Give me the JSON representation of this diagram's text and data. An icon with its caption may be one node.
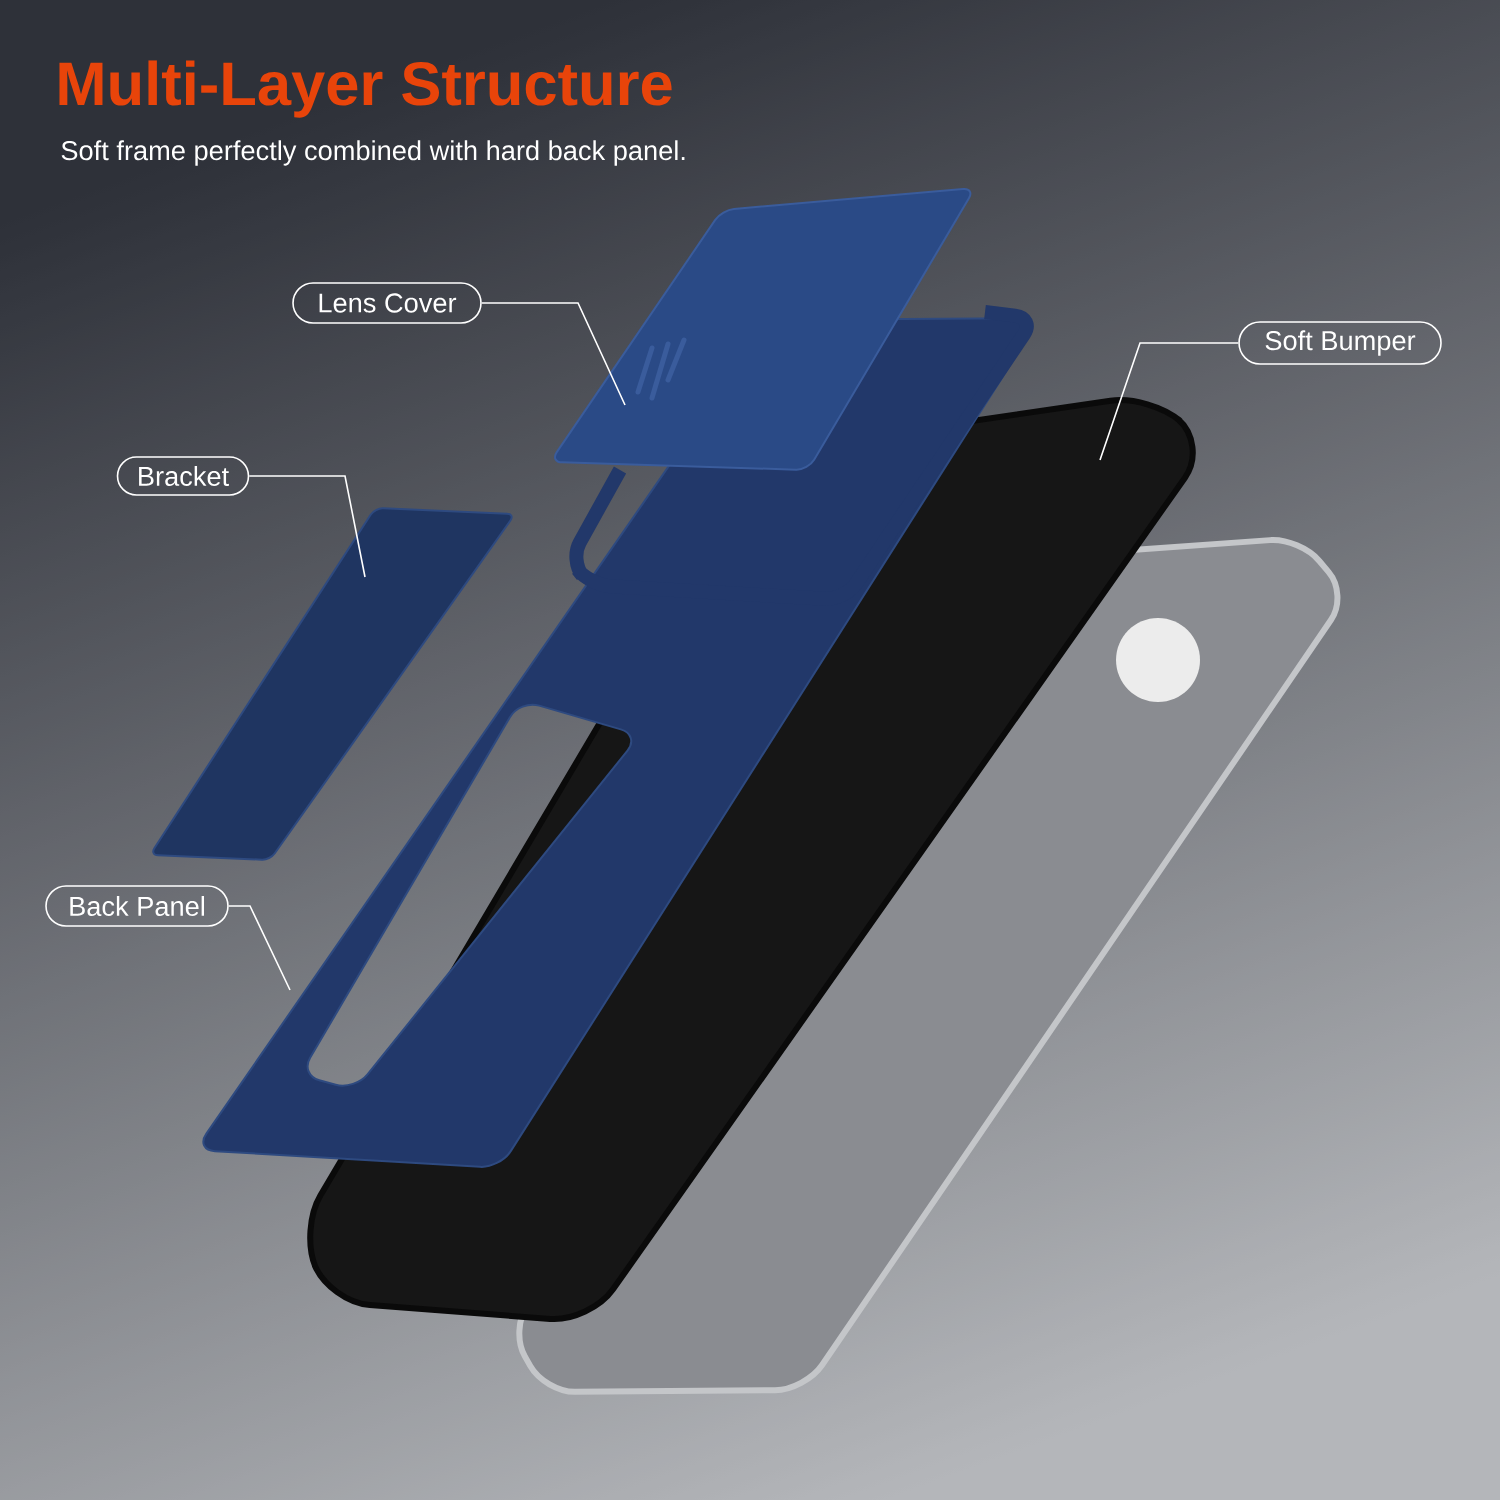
{
  "diagram": {
    "title": "Multi-Layer Structure",
    "caption": "Soft frame perfectly combined with hard back panel.",
    "nodes": [
      {
        "text": [
          "Lens Cover"
        ]
      },
      {
        "text": [
          "Soft Bumper"
        ]
      },
      {
        "text": [
          "Bracket"
        ]
      },
      {
        "text": [
          "Back Panel"
        ]
      },
      {
        "text": [],
        "shape": "picture"
      },
      {
        "text": [],
        "shape": "picture"
      },
      {
        "text": [],
        "shape": "picture"
      },
      {
        "text": [],
        "shape": "picture"
      }
    ],
    "edges": [
      {
        "from": 0,
        "to": 7,
        "arrow": "none"
      },
      {
        "from": 1,
        "to": 6,
        "arrow": "none"
      },
      {
        "from": 2,
        "to": 4,
        "arrow": "none"
      },
      {
        "from": 3,
        "to": 5,
        "arrow": "none"
      }
    ]
  }
}
